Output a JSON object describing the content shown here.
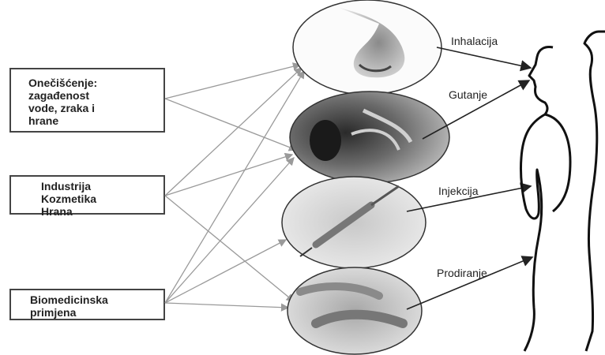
{
  "sources": [
    {
      "id": "pollution",
      "label": "Onečišćenje:\nzagađenost\nvode, zraka i\nhrane"
    },
    {
      "id": "industry",
      "label": "Industrija\nKozmetika\nHrana"
    },
    {
      "id": "biomedical",
      "label": "Biomedicinska\nprimjena"
    }
  ],
  "routes": [
    {
      "id": "inhalation",
      "label": "Inhalacija",
      "image": "nose-photo"
    },
    {
      "id": "ingestion",
      "label": "Gutanje",
      "image": "mouth-photo"
    },
    {
      "id": "injection",
      "label": "Injekcija",
      "image": "syringe-photo"
    },
    {
      "id": "penetration",
      "label": "Prodiranje",
      "image": "skin-hands-photo"
    }
  ],
  "target": "human-body-outline",
  "colors": {
    "arrow": "#9a9a9a",
    "dark_arrow": "#222222",
    "box_border": "#444444"
  }
}
